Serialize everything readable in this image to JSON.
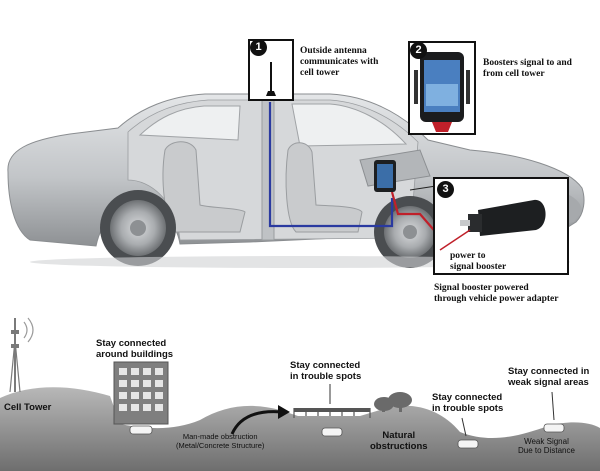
{
  "callouts": [
    {
      "number": "1",
      "text": "Outside antenna\ncommunicates with\ncell tower"
    },
    {
      "number": "2",
      "text": "Boosters signal to and\nfrom cell tower"
    },
    {
      "number": "3",
      "text": "power to\nsignal booster"
    }
  ],
  "adapter_caption": "Signal booster powered\nthrough vehicle power adapter",
  "landscape": {
    "cell_tower": "Cell Tower",
    "buildings": "Stay connected\naround buildings",
    "man_made": "Man-made obstruction\n(Metal/Concrete Structure)",
    "trouble_1": "Stay connected\nin trouble spots",
    "natural": "Natural\nobstructions",
    "trouble_2": "Stay connected\nin trouble spots",
    "weak_areas": "Stay connected in\nweak signal areas",
    "weak_signal": "Weak Signal\nDue to Distance"
  },
  "colors": {
    "cable_red": "#c0202a",
    "cable_blue": "#2a3aa0",
    "car_body": "#b9bcbf",
    "ground": "#9a9a9a"
  }
}
